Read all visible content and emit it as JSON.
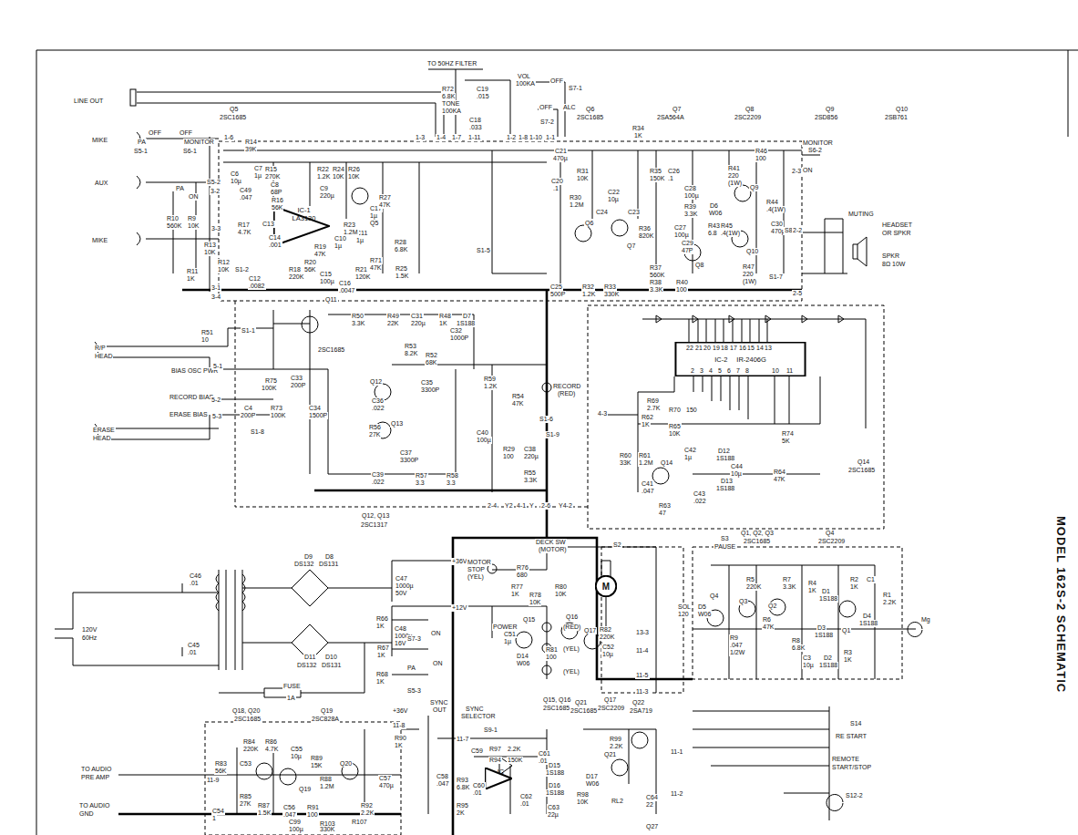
{
  "diagram": {
    "title": "MODEL 162S-2 SCHEMATIC",
    "nodes": [
      {
        "text": [
          "IC-1",
          "LA3130"
        ]
      },
      {
        "text": [
          "IC-2",
          "IR-2406G"
        ]
      },
      {
        "text": [
          "M"
        ]
      },
      {
        "text": [
          "IC"
        ]
      }
    ],
    "labels": [
      "TO 50HZ FILTER",
      "LINE OUT",
      "MIKE",
      "AUX",
      "MIKE",
      "R/P",
      "HEAD",
      "BIAS OSC PWR",
      "RECORD BIAS",
      "ERASE BIAS",
      "ERASE",
      "HEAD",
      "120V",
      "60Hz",
      "TO AUDIO",
      "PRE AMP",
      "TO AUDIO",
      "GND",
      "Q5",
      "2SC1685",
      "Q6",
      "2SC1685",
      "Q7",
      "2SA564A",
      "Q8",
      "2SC2209",
      "Q9",
      "2SD856",
      "Q10",
      "2SB761",
      "R72",
      "6.8K",
      "TONE",
      "100KA",
      "C19",
      ".015",
      "C18",
      ".033",
      "VOL",
      "100KA",
      "OFF",
      "S7-1",
      "OFF",
      "ALC",
      "S7-2",
      "PA",
      "OFF",
      "OFF",
      "MONITOR",
      "S5-1",
      "S6-1",
      "S5-2",
      "PA",
      "ON",
      "1-6",
      "1-3",
      "1-4",
      "1-7",
      "1-11",
      "1-2",
      "1-8",
      "1-10",
      "1-1",
      "R14",
      "39K",
      "C6",
      "10µ",
      "C7",
      "1µ",
      "R15",
      "270K",
      "C8",
      "68P",
      "R16",
      "56K",
      "C9",
      "220µ",
      "R22",
      "1.2K",
      "R24",
      "10K",
      "R26",
      "10K",
      "C49",
      ".047",
      "3-2",
      "R10",
      "560K",
      "R9",
      "10K",
      "R17",
      "4.7K",
      "C13",
      "C14",
      ".001",
      "3-3",
      "R13",
      "10K",
      "R12",
      "10K",
      "S1-2",
      "R11",
      "1K",
      "3-1",
      "3-4",
      "C12",
      ".0082",
      "R18",
      "220K",
      "R19",
      "47K",
      "R20",
      "56K",
      "C15",
      "100µ",
      "C16",
      ".0047",
      "R21",
      "120K",
      "C10",
      "1µ",
      "C11",
      "1µ",
      "R23",
      "1.2M",
      "Q5",
      "C17",
      "1µ",
      "R27",
      "47K",
      "R28",
      "6.8K",
      "R71",
      "47K",
      "R25",
      "1.5K",
      "S1-5",
      "R34",
      "1K",
      "C21",
      "470µ",
      "C20",
      ".1",
      "R31",
      "10K",
      "R30",
      "1.2M",
      "C22",
      "10µ",
      "R35",
      "150K",
      "C26",
      ".1",
      "C24",
      "C23",
      "R36",
      "820K",
      "Q6",
      "Q7",
      "C25",
      "500P",
      "R32",
      "1.2K",
      "R33",
      "330K",
      "R37",
      "560K",
      "R38",
      "3.3K",
      "R40",
      "100",
      "R41",
      "220",
      "(1W)",
      "C28",
      "100µ",
      "R39",
      "3.3K",
      "C27",
      "100µ",
      "C29",
      "47P",
      "D6",
      "W06",
      "R43",
      "6.8",
      "R45",
      ".4(1W)",
      "Q9",
      "R44",
      ".4(1W)",
      "C30",
      "470µ",
      "Q8",
      "Q10",
      "R47",
      "220",
      "(1W)",
      "R46",
      "100",
      "MONITOR",
      "S6-2",
      "ON",
      "2-3",
      "S8",
      "2-2",
      "MUTING",
      "HEADSET",
      "OR SPKR",
      "SPKR",
      "8Ω 10W",
      "S1-7",
      "2-5",
      "S1-1",
      "R51",
      "10",
      "Q11",
      "2SC1685",
      "R50",
      "3.3K",
      "R49",
      "22K",
      "C31",
      "220µ",
      "R48",
      "1K",
      "D7",
      "1S188",
      "C32",
      "1000P",
      "R53",
      "8.2K",
      "R52",
      "68K",
      "5-1",
      "R75",
      "100K",
      "C33",
      "200P",
      "5-2",
      "C4",
      "200P",
      "5-3",
      "R73",
      "100K",
      "C34",
      "1500P",
      "S1-8",
      "C36",
      ".022",
      "Q12",
      "C35",
      "3300P",
      "Q13",
      "R56",
      "27K",
      "C37",
      "3300P",
      "C39",
      ".022",
      "R57",
      "3.3",
      "R58",
      "3.3",
      "R59",
      "1.2K",
      "R54",
      "47K",
      "RECORD",
      "(RED)",
      "C40",
      "100µ",
      "S1-6",
      "S1-9",
      "R29",
      "100",
      "C38",
      "220µ",
      "R55",
      "3.3K",
      "2-4",
      "Y2",
      "4-1",
      "Y",
      "2-6",
      "Y4-2",
      "Q12, Q13",
      "2SC1317",
      "4-3",
      "22",
      "21",
      "20",
      "19",
      "18",
      "17",
      "16",
      "15",
      "14",
      "13",
      "2",
      "3",
      "4",
      "5",
      "6",
      "7",
      "8",
      "10",
      "11",
      "R69",
      "2.7K",
      "R70",
      "150",
      "R62",
      "1K",
      "R65",
      "10K",
      "R74",
      "5K",
      "R60",
      "33K",
      "R61",
      "1.2M",
      "C42",
      "1µ",
      "Q14",
      "D12",
      "1S188",
      "C44",
      "10µ",
      "D13",
      "1S188",
      "R64",
      "47K",
      "C41",
      ".047",
      "C43",
      ".022",
      "R63",
      "47",
      "Q14",
      "2SC1685",
      "C46",
      ".01",
      "D9",
      "D8",
      "DS132",
      "DS131",
      "D11",
      "D10",
      "DS132",
      "DS131",
      "C47",
      "1000µ",
      "50V",
      "+36V",
      "+12V",
      "C48",
      "1000µ",
      "16V",
      "C45",
      ".01",
      "R66",
      "1K",
      "R67",
      "1K",
      "R68",
      "1K",
      "S7-3",
      "ON",
      "PA",
      "ON",
      "S5-3",
      "FUSE",
      "1A",
      "POWER",
      "(RED)",
      "(YEL)",
      "(YEL)",
      "DECK SW",
      "(MOTOR)",
      "S2",
      "MOTOR",
      "STOP",
      "(YEL)",
      "R76",
      "680",
      "R77",
      "1K",
      "R78",
      "10K",
      "R80",
      "10K",
      "C51",
      "1µ",
      "D14",
      "W06",
      "R81",
      "100",
      "Q15",
      "Q16",
      "Q17",
      "R82",
      "220K",
      "C52",
      "10µ",
      "13-3",
      "11-4",
      "11-5",
      "11-3",
      "Q15, Q16",
      "2SC1685",
      "Q17",
      "2SC2209",
      "S3",
      "PAUSE",
      "Q1, Q2, Q3",
      "2SC1685",
      "Q4",
      "2SC2209",
      "SOL",
      "120",
      "D5",
      "W06",
      "Q4",
      "R9",
      ".047",
      "1/2W",
      "R5",
      "220K",
      "Q3",
      "R7",
      "3.3K",
      "Q2",
      "R6",
      "47K",
      "R4",
      "1K",
      "D1",
      "1S188",
      "R2",
      "1K",
      "Q1",
      "D4",
      "1S188",
      "R1",
      "2.2K",
      "C1",
      "R8",
      "6.8K",
      "C3",
      "10µ",
      "D3",
      "1S188",
      "D2",
      "1S188",
      "R3",
      "1K",
      "Mg",
      "S14",
      "RE START",
      "REMOTE",
      "START/STOP",
      "S12-2",
      "Q18, Q20",
      "2SC1685",
      "Q19",
      "2SC828A",
      "+36V",
      "11-8",
      "R90",
      "1K",
      "R84",
      "220K",
      "R86",
      "4.7K",
      "C55",
      "10µ",
      "R89",
      "15K",
      "Q19",
      "Q20",
      "R88",
      "1.2M",
      "C53",
      "R83",
      "56K",
      "11-9",
      "C57",
      "470µ",
      "C54",
      "1",
      "R85",
      "27K",
      "R87",
      "1.5K",
      "C56",
      ".047",
      "R91",
      "100",
      "R92",
      "2.2K",
      "C99",
      "100µ",
      "R103",
      "330K",
      "R107",
      "SYNC",
      "OUT",
      "SYNC",
      "SELECTOR",
      "S9-1",
      "11-7",
      "C59",
      "R97",
      "2.2K",
      "R94",
      "150K",
      "C58",
      ".047",
      "R93",
      "6.8K",
      "R95",
      "2K",
      "C60",
      ".01",
      "C61",
      ".01",
      "D15",
      "1S188",
      "D16",
      "1S188",
      "C62",
      ".01",
      "C63",
      "22µ",
      "Q21",
      "2SC1685",
      "Q22",
      "2SA719",
      "R99",
      "2.2K",
      "Q21",
      "D17",
      "W06",
      "R98",
      "10K",
      "RL2",
      "C64",
      "22",
      "11-1",
      "11-2",
      "Q27"
    ]
  }
}
